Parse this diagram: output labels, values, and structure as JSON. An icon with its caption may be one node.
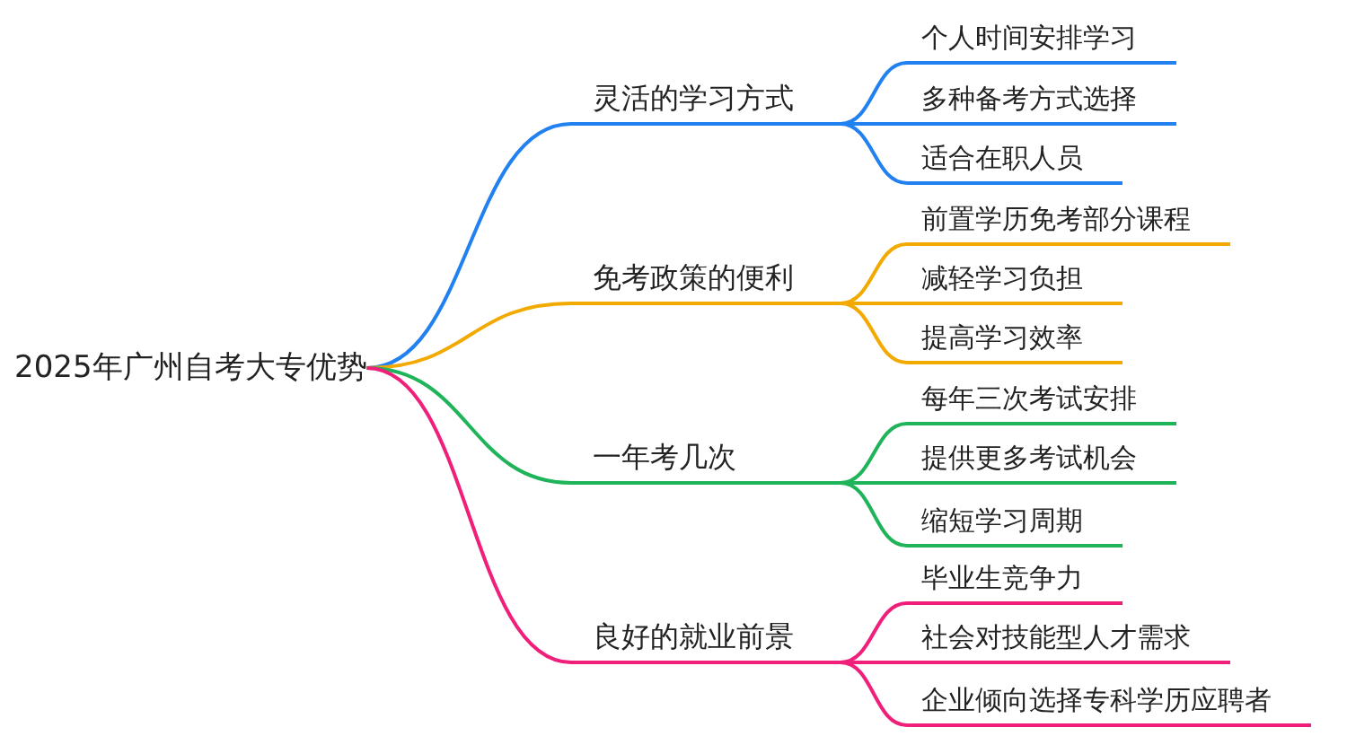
{
  "diagram": {
    "nodes": [
      {
        "text": [
          "2025年广州自考大专优势"
        ]
      },
      {
        "text": [
          "灵活的学习方式"
        ]
      },
      {
        "text": [
          "个人时间安排学习"
        ]
      },
      {
        "text": [
          "多种备考方式选择"
        ]
      },
      {
        "text": [
          "适合在职人员"
        ]
      },
      {
        "text": [
          "免考政策的便利"
        ]
      },
      {
        "text": [
          "前置学历免考部分课程"
        ]
      },
      {
        "text": [
          "减轻学习负担"
        ]
      },
      {
        "text": [
          "提高学习效率"
        ]
      },
      {
        "text": [
          "一年考几次"
        ]
      },
      {
        "text": [
          "每年三次考试安排"
        ]
      },
      {
        "text": [
          "提供更多考试机会"
        ]
      },
      {
        "text": [
          "缩短学习周期"
        ]
      },
      {
        "text": [
          "良好的就业前景"
        ]
      },
      {
        "text": [
          "毕业生竞争力"
        ]
      },
      {
        "text": [
          "社会对技能型人才需求"
        ]
      },
      {
        "text": [
          "企业倾向选择专科学历应聘者"
        ]
      }
    ],
    "edges": [
      {
        "from": 0,
        "to": 1,
        "arrow": "none",
        "color": "#2181f0"
      },
      {
        "from": 1,
        "to": 2,
        "arrow": "none",
        "color": "#2181f0"
      },
      {
        "from": 1,
        "to": 3,
        "arrow": "none",
        "color": "#2181f0"
      },
      {
        "from": 1,
        "to": 4,
        "arrow": "none",
        "color": "#2181f0"
      },
      {
        "from": 0,
        "to": 5,
        "arrow": "none",
        "color": "#f2a900"
      },
      {
        "from": 5,
        "to": 6,
        "arrow": "none",
        "color": "#f2a900"
      },
      {
        "from": 5,
        "to": 7,
        "arrow": "none",
        "color": "#f2a900"
      },
      {
        "from": 5,
        "to": 8,
        "arrow": "none",
        "color": "#f2a900"
      },
      {
        "from": 0,
        "to": 9,
        "arrow": "none",
        "color": "#1fb45a"
      },
      {
        "from": 9,
        "to": 10,
        "arrow": "none",
        "color": "#1fb45a"
      },
      {
        "from": 9,
        "to": 11,
        "arrow": "none",
        "color": "#1fb45a"
      },
      {
        "from": 9,
        "to": 12,
        "arrow": "none",
        "color": "#1fb45a"
      },
      {
        "from": 0,
        "to": 13,
        "arrow": "none",
        "color": "#ef1f7a"
      },
      {
        "from": 13,
        "to": 14,
        "arrow": "none",
        "color": "#ef1f7a"
      },
      {
        "from": 13,
        "to": 15,
        "arrow": "none",
        "color": "#ef1f7a"
      },
      {
        "from": 13,
        "to": 16,
        "arrow": "none",
        "color": "#ef1f7a"
      }
    ]
  }
}
